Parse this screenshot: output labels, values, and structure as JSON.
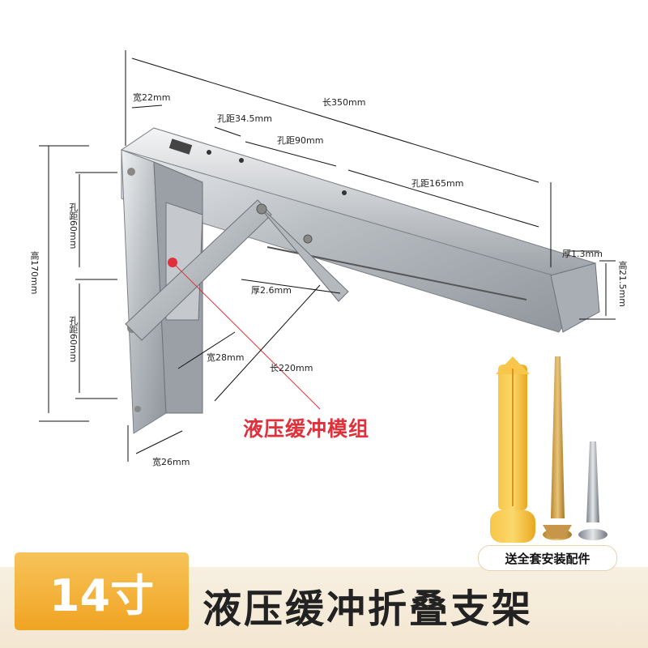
{
  "dimensions": {
    "width_top": "宽22mm",
    "length_total": "长350mm",
    "hole_34": "孔距34.5mm",
    "hole_90": "孔距90mm",
    "hole_165": "孔距165mm",
    "thickness_13": "厚1.3mm",
    "height_215": "高21.5mm",
    "height_170": "高170mm",
    "hole_60_a": "孔距60mm",
    "hole_60_b": "孔距60mm",
    "thickness_26": "厚2.6mm",
    "width_28": "宽28mm",
    "length_220": "长220mm",
    "width_26": "宽26mm"
  },
  "module_label": "液压缓冲模组",
  "accessories_label": "送全套安装配件",
  "size_badge": "14寸",
  "product_title": "液压缓冲折叠支架",
  "colors": {
    "accent": "#f0a422",
    "label_red": "#e0303a",
    "dowel_yellow": "#f5b82e",
    "steel": "#c8ccd0"
  }
}
